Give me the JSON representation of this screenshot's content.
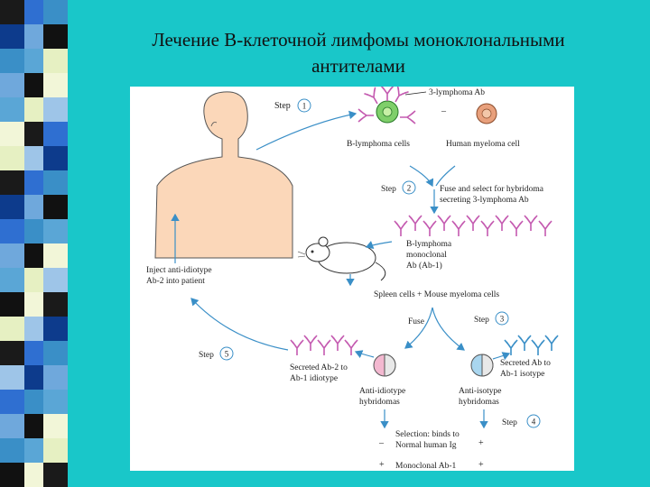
{
  "title": {
    "line1": "Лечение В-клеточной лимфомы моноклональными",
    "line2": "антителами"
  },
  "diagram": {
    "step1_label": "Step",
    "step1_num": "1",
    "step2_label": "Step",
    "step2_num": "2",
    "step3_label": "Step",
    "step3_num": "3",
    "step4_label": "Step",
    "step4_num": "4",
    "step5_label": "Step",
    "step5_num": "5",
    "ab_label": "3-lymphoma Ab",
    "minus_sign": "–",
    "b_lymphoma_cells": "B-lymphoma cells",
    "human_myeloma": "Human myeloma cell",
    "fuse_select_1": "Fuse and select for hybridoma",
    "fuse_select_2": "secreting 3-lymphoma Ab",
    "monoclonal_1": "B-lymphoma",
    "monoclonal_2": "monoclonal",
    "monoclonal_3": "Ab (Ab-1)",
    "inject_1": "Inject anti-idiotype",
    "inject_2": "Ab-2 into patient",
    "spleen_cells": "Spleen cells + Mouse myeloma cells",
    "fuse": "Fuse",
    "secreted_ab2_1": "Secreted Ab-2 to",
    "secreted_ab2_2": "Ab-1 idiotype",
    "secreted_ab_1": "Secreted Ab to",
    "secreted_ab_2": "Ab-1 isotype",
    "anti_idiotype_1": "Anti-idiotype",
    "anti_idiotype_2": "hybridomas",
    "anti_isotype_1": "Anti-isotype",
    "anti_isotype_2": "hybridomas",
    "selection_1": "Selection: binds to",
    "selection_2": "Normal human Ig",
    "monoclonal_ab1": "Monoclonal Ab-1",
    "row1_left_sign": "–",
    "row1_right_sign": "+",
    "row2_left_sign": "+",
    "row2_right_sign": "+"
  },
  "colors": {
    "background": "#19c7c9",
    "panel": "#ffffff",
    "skin": "#fbd7b9",
    "antibody": "#c45ab0",
    "cell_green": "#7fcf6a",
    "cell_orange": "#e8a07c",
    "hybridoma_pink": "#f3b8d0",
    "hybridoma_blue": "#a9d6ef",
    "arrow": "#3a8fc7"
  }
}
